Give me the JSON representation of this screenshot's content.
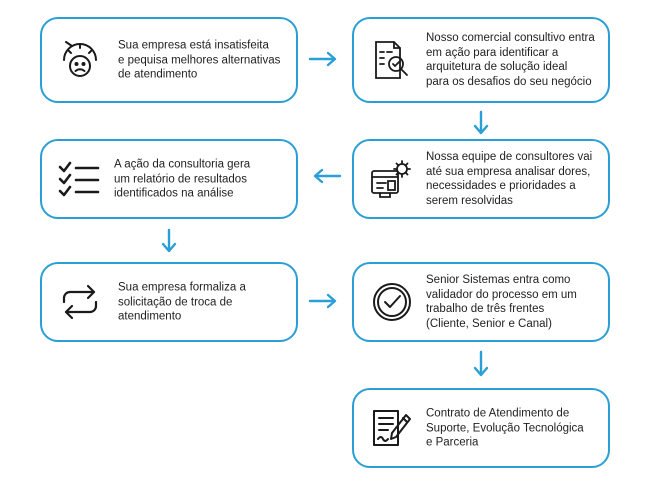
{
  "steps": [
    {
      "id": "s1",
      "text": "Sua empresa está insatisfeita\ne pequisa melhores alternativas\nde atendimento",
      "icon": "unhappy-face-meter-icon"
    },
    {
      "id": "s2",
      "text": "Nosso comercial consultivo entra\nem ação para identificar a\narquitetura de solução ideal\npara os desafios do seu negócio",
      "icon": "document-magnifier-icon"
    },
    {
      "id": "s3",
      "text": "Nossa equipe de consultores vai\naté sua empresa analisar dores,\nnecessidades e prioridades a\nserem resolvidas",
      "icon": "analysis-dashboard-gear-icon"
    },
    {
      "id": "s4",
      "text": "A ação da consultoria gera\num relatório de resultados\nidentificados na análise",
      "icon": "checklist-icon"
    },
    {
      "id": "s5",
      "text": "Sua empresa formaliza a\nsolicitação de troca de\natendimento",
      "icon": "swap-arrows-icon"
    },
    {
      "id": "s6",
      "text": "Senior Sistemas entra como\nvalidador do processo em um\ntrabalho de três frentes\n(Cliente, Senior e Canal)",
      "icon": "check-circle-icon"
    },
    {
      "id": "s7",
      "text": "Contrato de Atendimento de\nSuporte, Evolução Tecnológica\ne Parceria",
      "icon": "contract-signing-icon"
    }
  ],
  "colors": {
    "accent": "#2a9fd6",
    "text": "#1f1f1f",
    "icon": "#1a1a1a"
  }
}
